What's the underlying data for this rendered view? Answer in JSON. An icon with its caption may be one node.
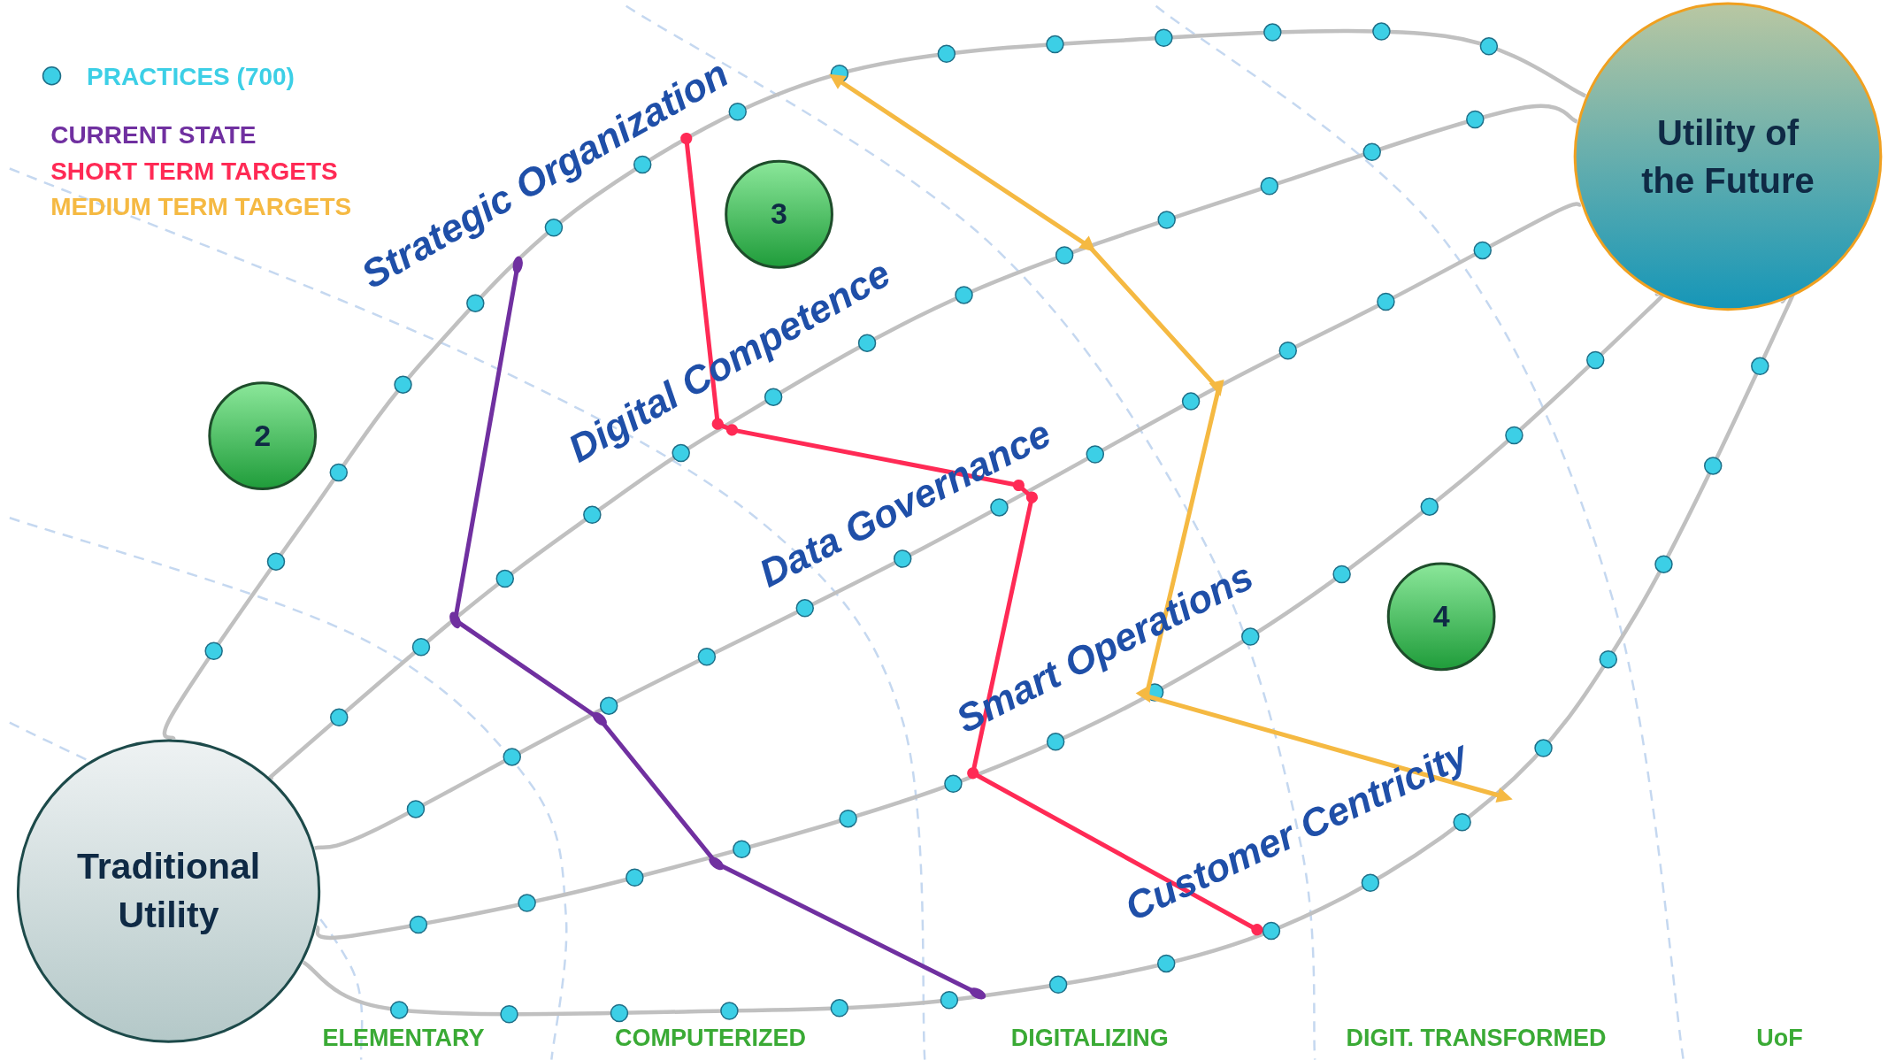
{
  "diagram": {
    "nodes": [
      {
        "text": [
          "Traditional Utility"
        ]
      },
      {
        "text": [
          "Utility of the Future"
        ]
      },
      {
        "text": [
          "2"
        ]
      },
      {
        "text": [
          "3"
        ]
      },
      {
        "text": [
          "4"
        ]
      }
    ],
    "edges": [
      {
        "from": 0,
        "to": 1,
        "arrow": "none",
        "label": "Strategic Organization"
      },
      {
        "from": 0,
        "to": 1,
        "arrow": "none",
        "label": "Digital Competence"
      },
      {
        "from": 0,
        "to": 1,
        "arrow": "none",
        "label": "Data Governance"
      },
      {
        "from": 0,
        "to": 1,
        "arrow": "none",
        "label": "Smart Operations"
      },
      {
        "from": 0,
        "to": 1,
        "arrow": "none",
        "label": "Customer Centricity"
      }
    ],
    "labels": [
      "ELEMENTARY",
      "COMPUTERIZED",
      "DIGITALIZING",
      "DIGIT. TRANSFORMED",
      "UoF"
    ],
    "legend": [
      {
        "text": "PRACTICES (700)",
        "color": "#3ccfe6"
      },
      {
        "text": "CURRENT STATE",
        "color": "#7030a0"
      },
      {
        "text": "SHORT TERM TARGETS",
        "color": "#ff2a55"
      },
      {
        "text": "MEDIUM TERM TARGETS",
        "color": "#f5b942"
      }
    ]
  }
}
